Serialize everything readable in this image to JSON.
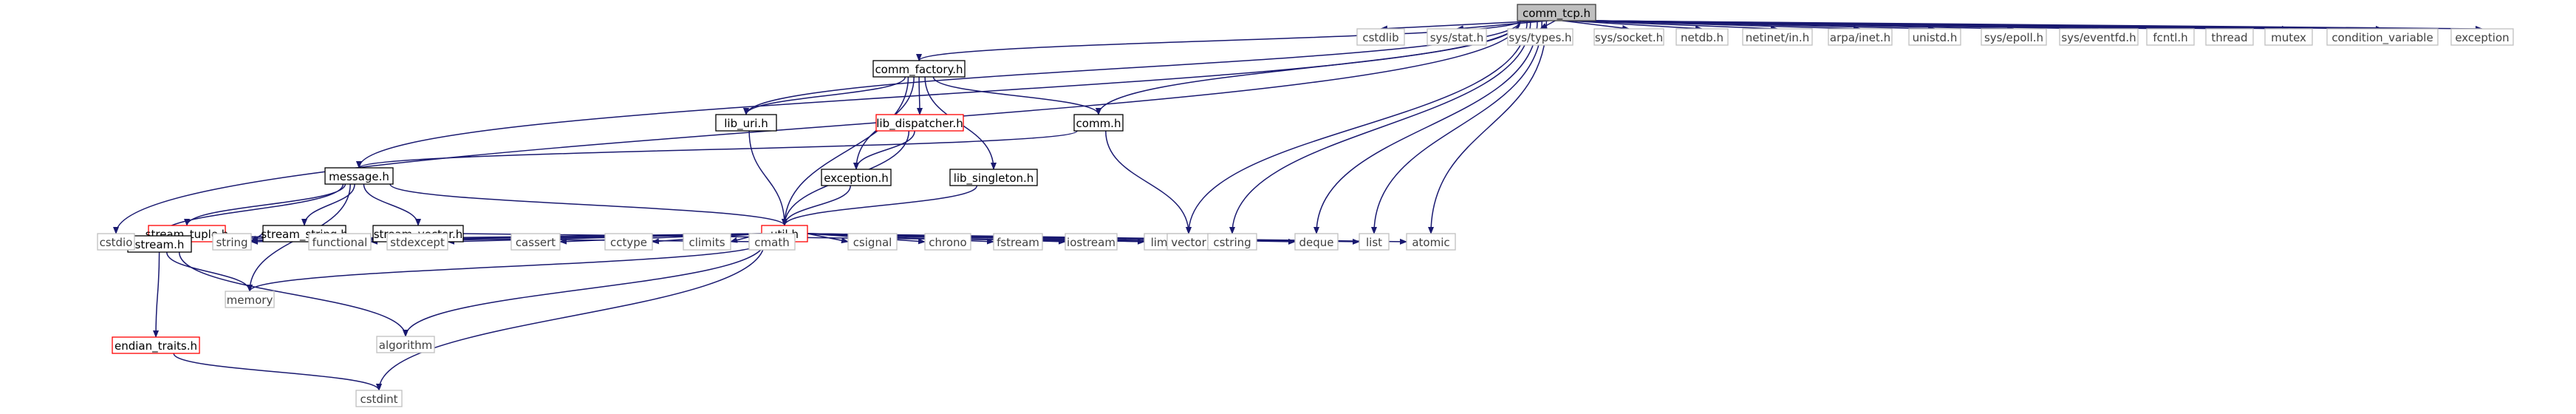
{
  "colors": {
    "root_fill": "#bfbfbf",
    "root_stroke": "#404040",
    "doc_fill": "#ffffff",
    "doc_stroke": "#000000",
    "trunc_stroke": "#ff0000",
    "ext_fill": "#ffffff",
    "ext_stroke": "#bfbfbf",
    "ext_text": "#404040",
    "text": "#000000",
    "edge": "#191970"
  },
  "nodes": [
    {
      "id": "comm_tcp",
      "label": "comm_tcp.h",
      "kind": "root"
    },
    {
      "id": "comm_factory",
      "label": "comm_factory.h",
      "kind": "doc"
    },
    {
      "id": "lib_uri",
      "label": "lib_uri.h",
      "kind": "doc"
    },
    {
      "id": "lib_dispatcher",
      "label": "lib_dispatcher.h",
      "kind": "trunc"
    },
    {
      "id": "comm",
      "label": "comm.h",
      "kind": "doc"
    },
    {
      "id": "message",
      "label": "message.h",
      "kind": "doc"
    },
    {
      "id": "exception_h",
      "label": "exception.h",
      "kind": "doc"
    },
    {
      "id": "lib_singleton",
      "label": "lib_singleton.h",
      "kind": "doc"
    },
    {
      "id": "util",
      "label": "util.h",
      "kind": "trunc"
    },
    {
      "id": "stream_tuple",
      "label": "stream_tuple.h",
      "kind": "trunc"
    },
    {
      "id": "stream_string",
      "label": "stream_string.h",
      "kind": "doc"
    },
    {
      "id": "stream_vector",
      "label": "stream_vector.h",
      "kind": "doc"
    },
    {
      "id": "stream",
      "label": "stream.h",
      "kind": "doc"
    },
    {
      "id": "endian_traits",
      "label": "endian_traits.h",
      "kind": "trunc"
    },
    {
      "id": "cstdio",
      "label": "cstdio",
      "kind": "ext"
    },
    {
      "id": "string",
      "label": "string",
      "kind": "ext"
    },
    {
      "id": "functional",
      "label": "functional",
      "kind": "ext"
    },
    {
      "id": "stdexcept",
      "label": "stdexcept",
      "kind": "ext"
    },
    {
      "id": "cassert",
      "label": "cassert",
      "kind": "ext"
    },
    {
      "id": "cctype",
      "label": "cctype",
      "kind": "ext"
    },
    {
      "id": "climits",
      "label": "climits",
      "kind": "ext"
    },
    {
      "id": "cmath",
      "label": "cmath",
      "kind": "ext"
    },
    {
      "id": "csignal",
      "label": "csignal",
      "kind": "ext"
    },
    {
      "id": "chrono",
      "label": "chrono",
      "kind": "ext"
    },
    {
      "id": "fstream",
      "label": "fstream",
      "kind": "ext"
    },
    {
      "id": "iostream",
      "label": "iostream",
      "kind": "ext"
    },
    {
      "id": "limits",
      "label": "limits",
      "kind": "ext"
    },
    {
      "id": "vector",
      "label": "vector",
      "kind": "ext"
    },
    {
      "id": "cstring",
      "label": "cstring",
      "kind": "ext"
    },
    {
      "id": "deque",
      "label": "deque",
      "kind": "ext"
    },
    {
      "id": "list",
      "label": "list",
      "kind": "ext"
    },
    {
      "id": "atomic",
      "label": "atomic",
      "kind": "ext"
    },
    {
      "id": "memory",
      "label": "memory",
      "kind": "ext"
    },
    {
      "id": "algorithm",
      "label": "algorithm",
      "kind": "ext"
    },
    {
      "id": "cstdint",
      "label": "cstdint",
      "kind": "ext"
    },
    {
      "id": "cstdlib",
      "label": "cstdlib",
      "kind": "ext"
    },
    {
      "id": "sys_stat",
      "label": "sys/stat.h",
      "kind": "ext"
    },
    {
      "id": "sys_types",
      "label": "sys/types.h",
      "kind": "ext"
    },
    {
      "id": "sys_socket",
      "label": "sys/socket.h",
      "kind": "ext"
    },
    {
      "id": "netdb",
      "label": "netdb.h",
      "kind": "ext"
    },
    {
      "id": "netinet_in",
      "label": "netinet/in.h",
      "kind": "ext"
    },
    {
      "id": "arpa_inet",
      "label": "arpa/inet.h",
      "kind": "ext"
    },
    {
      "id": "unistd",
      "label": "unistd.h",
      "kind": "ext"
    },
    {
      "id": "sys_epoll",
      "label": "sys/epoll.h",
      "kind": "ext"
    },
    {
      "id": "sys_eventfd",
      "label": "sys/eventfd.h",
      "kind": "ext"
    },
    {
      "id": "fcntl",
      "label": "fcntl.h",
      "kind": "ext"
    },
    {
      "id": "thread",
      "label": "thread",
      "kind": "ext"
    },
    {
      "id": "mutex",
      "label": "mutex",
      "kind": "ext"
    },
    {
      "id": "condition_variable",
      "label": "condition_variable",
      "kind": "ext"
    },
    {
      "id": "exception",
      "label": "exception",
      "kind": "ext"
    }
  ],
  "edges": [
    [
      "comm_tcp",
      "comm_factory"
    ],
    [
      "comm_tcp",
      "lib_uri"
    ],
    [
      "comm_tcp",
      "comm"
    ],
    [
      "comm_tcp",
      "message"
    ],
    [
      "comm_tcp",
      "cstdio"
    ],
    [
      "comm_tcp",
      "vector"
    ],
    [
      "comm_tcp",
      "cstring"
    ],
    [
      "comm_tcp",
      "deque"
    ],
    [
      "comm_tcp",
      "list"
    ],
    [
      "comm_tcp",
      "atomic"
    ],
    [
      "comm_tcp",
      "cstdlib"
    ],
    [
      "comm_tcp",
      "sys_stat"
    ],
    [
      "comm_tcp",
      "sys_types"
    ],
    [
      "comm_tcp",
      "sys_socket"
    ],
    [
      "comm_tcp",
      "netdb"
    ],
    [
      "comm_tcp",
      "netinet_in"
    ],
    [
      "comm_tcp",
      "arpa_inet"
    ],
    [
      "comm_tcp",
      "unistd"
    ],
    [
      "comm_tcp",
      "sys_epoll"
    ],
    [
      "comm_tcp",
      "sys_eventfd"
    ],
    [
      "comm_tcp",
      "fcntl"
    ],
    [
      "comm_tcp",
      "thread"
    ],
    [
      "comm_tcp",
      "mutex"
    ],
    [
      "comm_tcp",
      "condition_variable"
    ],
    [
      "comm_tcp",
      "exception"
    ],
    [
      "comm_factory",
      "lib_uri"
    ],
    [
      "comm_factory",
      "lib_dispatcher"
    ],
    [
      "comm_factory",
      "comm"
    ],
    [
      "comm_factory",
      "exception_h"
    ],
    [
      "comm_factory",
      "lib_singleton"
    ],
    [
      "comm_factory",
      "util"
    ],
    [
      "lib_uri",
      "util"
    ],
    [
      "lib_dispatcher",
      "exception_h"
    ],
    [
      "lib_dispatcher",
      "util"
    ],
    [
      "comm",
      "message"
    ],
    [
      "comm",
      "vector"
    ],
    [
      "exception_h",
      "util"
    ],
    [
      "lib_singleton",
      "util"
    ],
    [
      "message",
      "util"
    ],
    [
      "message",
      "stream_tuple"
    ],
    [
      "message",
      "stream_string"
    ],
    [
      "message",
      "stream_vector"
    ],
    [
      "message",
      "stream"
    ],
    [
      "message",
      "memory"
    ],
    [
      "stream_tuple",
      "stream"
    ],
    [
      "stream_string",
      "stream"
    ],
    [
      "stream_string",
      "string"
    ],
    [
      "stream_vector",
      "stream"
    ],
    [
      "stream_vector",
      "vector"
    ],
    [
      "util",
      "cstdio"
    ],
    [
      "util",
      "string"
    ],
    [
      "util",
      "stream"
    ],
    [
      "util",
      "memory"
    ],
    [
      "util",
      "algorithm"
    ],
    [
      "util",
      "cstdint"
    ],
    [
      "util",
      "functional"
    ],
    [
      "util",
      "stdexcept"
    ],
    [
      "util",
      "cassert"
    ],
    [
      "util",
      "cctype"
    ],
    [
      "util",
      "climits"
    ],
    [
      "util",
      "cmath"
    ],
    [
      "util",
      "csignal"
    ],
    [
      "util",
      "chrono"
    ],
    [
      "util",
      "fstream"
    ],
    [
      "util",
      "iostream"
    ],
    [
      "util",
      "limits"
    ],
    [
      "util",
      "vector"
    ],
    [
      "util",
      "cstring"
    ],
    [
      "util",
      "deque"
    ],
    [
      "util",
      "list"
    ],
    [
      "util",
      "atomic"
    ],
    [
      "stream",
      "endian_traits"
    ],
    [
      "stream",
      "memory"
    ],
    [
      "stream",
      "algorithm"
    ],
    [
      "endian_traits",
      "cstdint"
    ]
  ]
}
